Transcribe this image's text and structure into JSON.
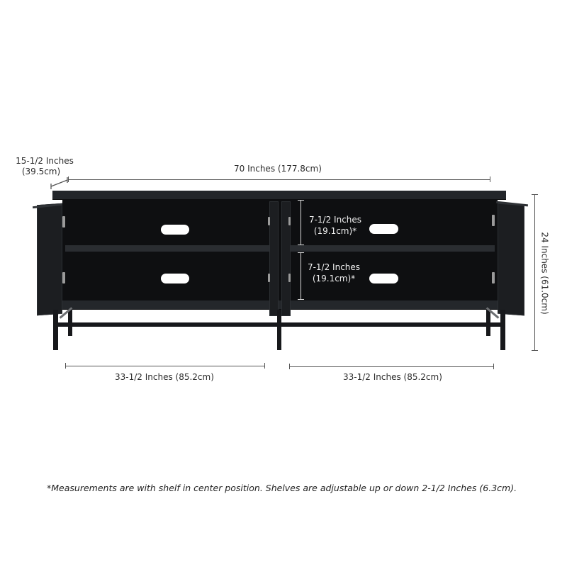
{
  "dimensions": {
    "depth": {
      "line1": "15-1/2 Inches",
      "line2": "(39.5cm)"
    },
    "width": {
      "label": "70 Inches (177.8cm)"
    },
    "height": {
      "label": "24 Inches (61.0cm)"
    },
    "shelf_upper": {
      "line1": "7-1/2 Inches",
      "line2": "(19.1cm)*"
    },
    "shelf_lower": {
      "line1": "7-1/2 Inches",
      "line2": "(19.1cm)*"
    },
    "left_section": {
      "label": "33-1/2 Inches (85.2cm)"
    },
    "right_section": {
      "label": "33-1/2 Inches (85.2cm)"
    }
  },
  "footnote": "*Measurements are with shelf in center position. Shelves are adjustable up or down 2-1/2 Inches (6.3cm).",
  "colors": {
    "background": "#ffffff",
    "cabinet": "#1a1c1f",
    "dimension_line": "#555555",
    "text": "#2b2b2b"
  }
}
